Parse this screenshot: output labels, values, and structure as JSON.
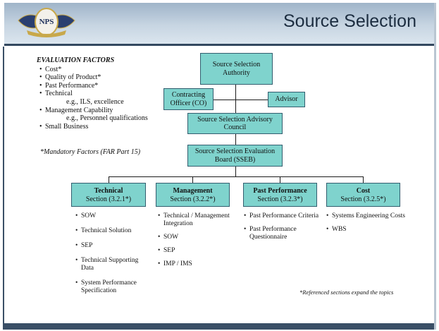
{
  "slide": {
    "title": "Source Selection",
    "logo_text": "NPS"
  },
  "evaluation_factors": {
    "title": "EVALUATION FACTORS",
    "items": [
      {
        "text": "Cost*",
        "type": "bullet"
      },
      {
        "text": "Quality of Product*",
        "type": "bullet"
      },
      {
        "text": "Past Performance*",
        "type": "bullet"
      },
      {
        "text": "Technical",
        "type": "bullet"
      },
      {
        "text": "e.g., ILS, excellence",
        "type": "sub"
      },
      {
        "text": "Management Capability",
        "type": "bullet"
      },
      {
        "text": "e.g., Personnel qualifications",
        "type": "sub"
      },
      {
        "text": "Small Business",
        "type": "bullet"
      }
    ],
    "note": "*Mandatory Factors (FAR Part 15)"
  },
  "org_chart": {
    "ssa": "Source Selection Authority",
    "contracting_officer": "Contracting Officer (CO)",
    "advisor": "Advisor",
    "ssac": "Source Selection Advisory Council",
    "sseb": "Source Selection Evaluation Board (SSEB)",
    "sections": [
      {
        "title": "Technical",
        "ref": "Section (3.2.1*)",
        "items": [
          "SOW",
          "Technical Solution",
          "SEP",
          "Technical Supporting Data",
          "System Performance Specification"
        ]
      },
      {
        "title": "Management",
        "ref": "Section (3.2.2*)",
        "items": [
          "Technical / Management Integration",
          "SOW",
          "SEP",
          "IMP / IMS"
        ]
      },
      {
        "title": "Past Performance",
        "ref": "Section (3.2.3*)",
        "items": [
          "Past Performance Criteria",
          "Past Performance Questionnaire"
        ]
      },
      {
        "title": "Cost",
        "ref": "Section (3.2.5*)",
        "items": [
          "Systems Engineering Costs",
          "WBS"
        ]
      }
    ]
  },
  "footnote": "*Referenced sections expand the topics",
  "colors": {
    "box_fill": "#7fd3cd",
    "header_band": "#b8c9d9",
    "border": "#3a4f66"
  }
}
